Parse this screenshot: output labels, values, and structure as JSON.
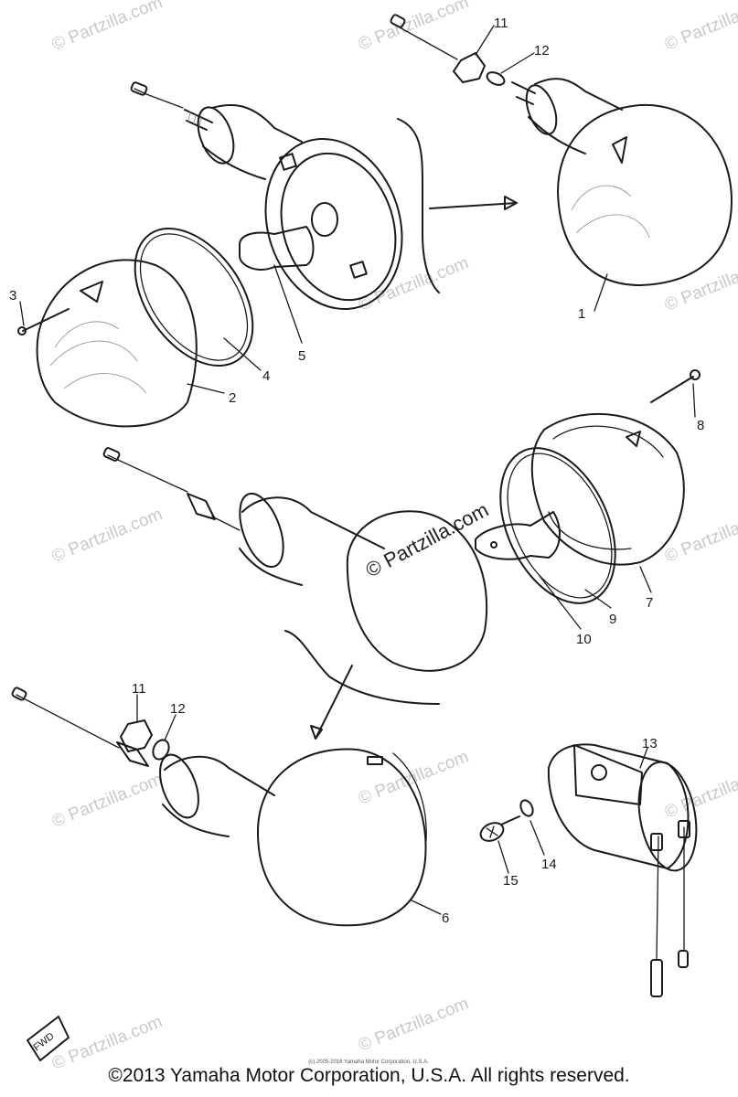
{
  "watermarks": {
    "main": "© Partzilla.com",
    "tile": "© Partzilla.com"
  },
  "fwd_label": "FWD",
  "small_copyright": "(c) 2005-2016 Yamaha Motor Corporation, U.S.A.",
  "copyright": "©2013 Yamaha Motor Corporation, U.S.A. All rights reserved.",
  "callouts": {
    "c1": "1",
    "c2": "2",
    "c3": "3",
    "c4": "4",
    "c5": "5",
    "c6": "6",
    "c7": "7",
    "c8": "8",
    "c9": "9",
    "c10": "10",
    "c11a": "11",
    "c12a": "12",
    "c11b": "11",
    "c12b": "12",
    "c13": "13",
    "c14": "14",
    "c15": "15"
  },
  "colors": {
    "ink": "#1a1a1a",
    "watermark": "#c9c9c9"
  }
}
